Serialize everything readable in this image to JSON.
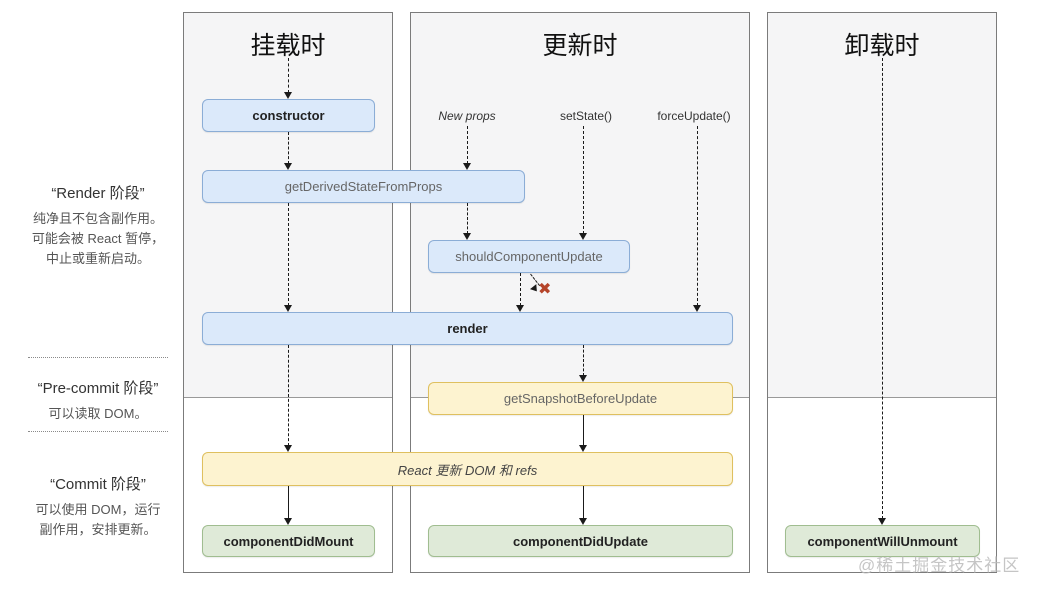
{
  "sidebar": {
    "phases": [
      {
        "title": "“Render 阶段”",
        "desc_lines": [
          "纯净且不包含副作用。",
          "可能会被 React 暂停，",
          "中止或重新启动。"
        ]
      },
      {
        "title": "“Pre-commit 阶段”",
        "desc_lines": [
          "可以读取 DOM。"
        ]
      },
      {
        "title": "“Commit 阶段”",
        "desc_lines": [
          "可以使用 DOM，运行",
          "副作用，安排更新。"
        ]
      }
    ]
  },
  "columns": [
    {
      "title": "挂载时"
    },
    {
      "title": "更新时"
    },
    {
      "title": "卸载时"
    }
  ],
  "triggers": {
    "new_props": "New props",
    "set_state": "setState()",
    "force_update": "forceUpdate()"
  },
  "methods": {
    "constructor": "constructor",
    "get_derived_state_from_props": "getDerivedStateFromProps",
    "should_component_update": "shouldComponentUpdate",
    "render": "render",
    "get_snapshot_before_update": "getSnapshotBeforeUpdate",
    "react_updates_dom": "React 更新 DOM 和 refs",
    "component_did_mount": "componentDidMount",
    "component_did_update": "componentDidUpdate",
    "component_will_unmount": "componentWillUnmount"
  },
  "marks": {
    "skip_update_x": "✖"
  },
  "watermark": "@稀土掘金技术社区",
  "colors": {
    "blue_fill": "#dbe9fa",
    "blue_border": "#8badd6",
    "yellow_fill": "#fdf3d0",
    "yellow_border": "#dfc05f",
    "green_fill": "#dfead8",
    "green_border": "#a0bd90",
    "panel_border": "#7b7b7b",
    "section_bg": "#f5f5f6",
    "section_line": "#999999",
    "arrow": "#1a1a1a",
    "x_mark": "#b5442a",
    "watermark": "#bcbcbc"
  }
}
